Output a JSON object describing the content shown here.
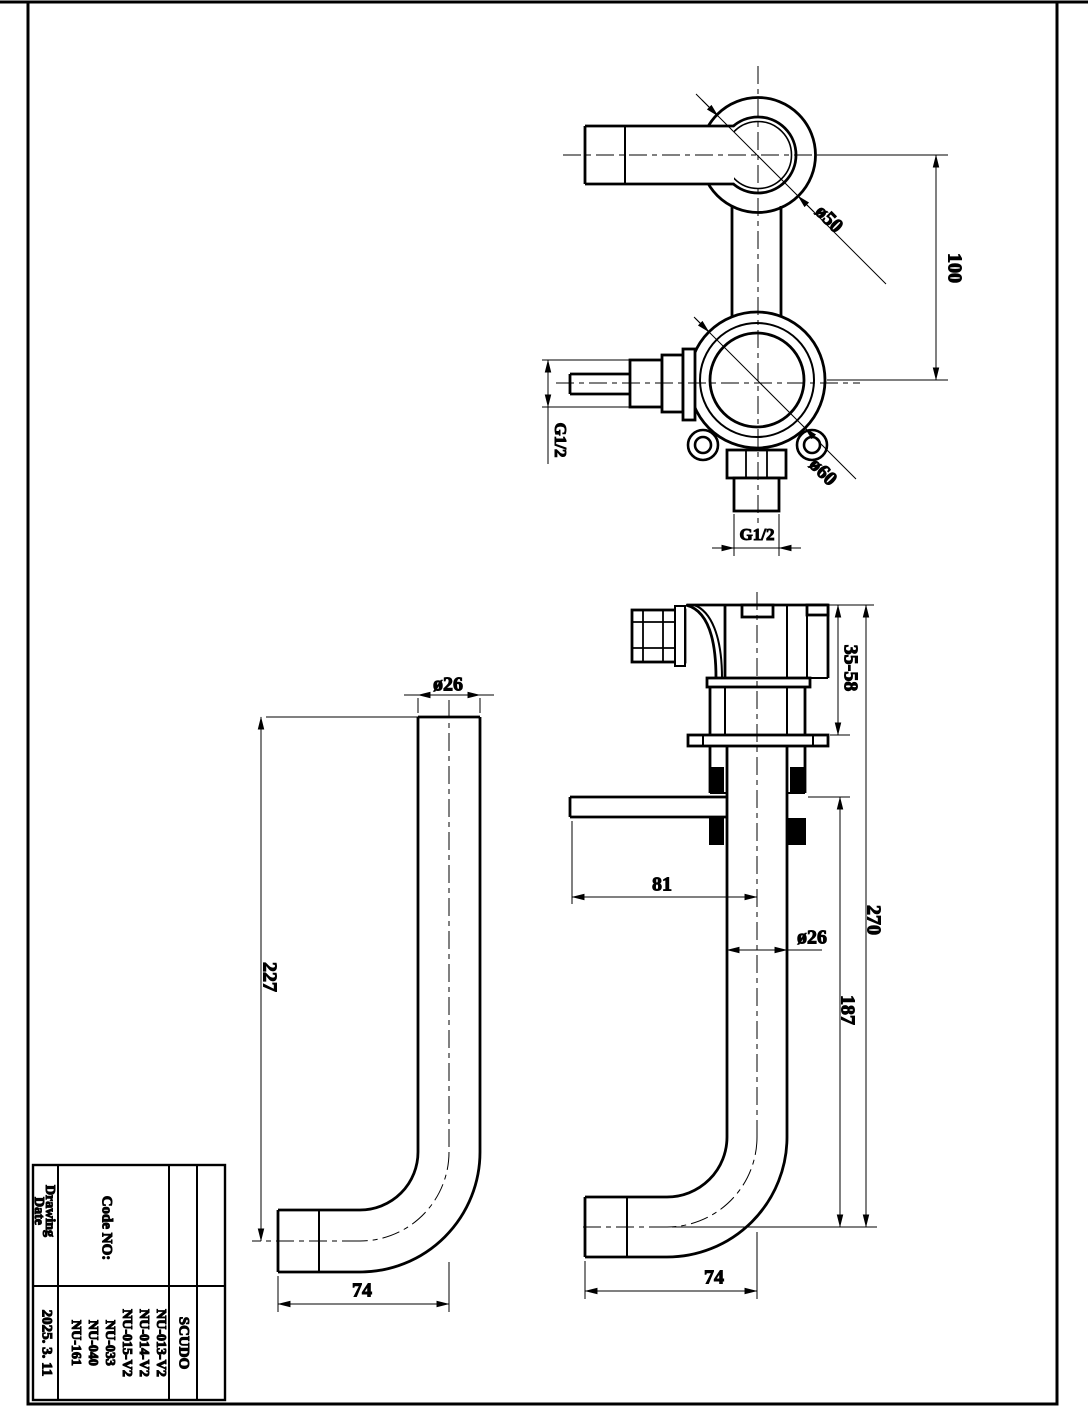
{
  "sheet": {
    "background": "#ffffff",
    "line_color": "#000000"
  },
  "title_block": {
    "label_drawing_line1": "Drawing",
    "label_drawing_line2": "Date",
    "label_code_no": "Code NO:",
    "brand": "SCUDO",
    "codes": [
      "NU-013-V2",
      "NU-014-V2",
      "NU-015-V2",
      "NU-033",
      "NU-040",
      "NU-161"
    ],
    "date": "2025. 3. 11"
  },
  "views": {
    "front": {
      "dims": {
        "dia_top_flange": "ø50",
        "center_distance": "100",
        "side_inlet_thread": "G1/2",
        "dia_bottom_flange": "ø60",
        "bottom_thread": "G1/2"
      }
    },
    "side": {
      "dims": {
        "wall_depth_range": "35-58",
        "inlet_reach": "81",
        "tube_dia": "ø26",
        "overall_drop": "270",
        "inlet_to_outlet": "187",
        "outlet_reach": "74"
      }
    },
    "left": {
      "dims": {
        "tube_dia": "ø26",
        "tube_length": "227",
        "outlet_reach": "74"
      }
    }
  }
}
